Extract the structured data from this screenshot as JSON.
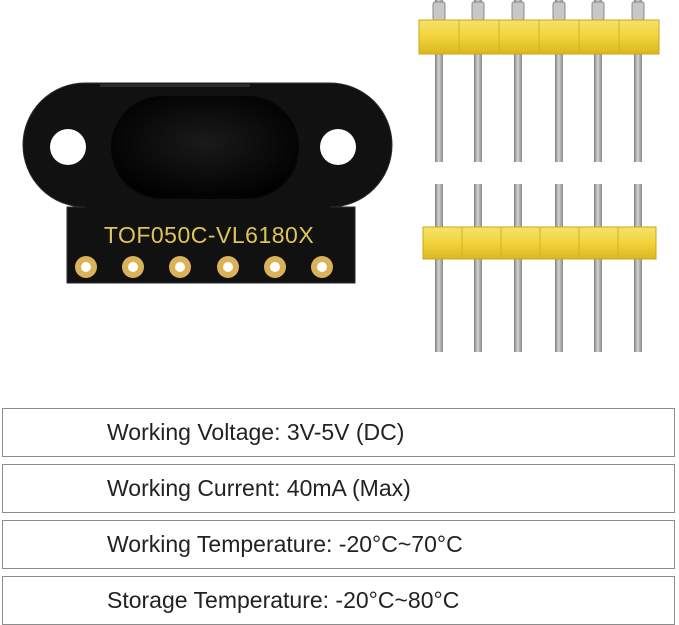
{
  "board": {
    "silkscreen_label": "TOF050C-VL6180X",
    "pcb_color": "#111111",
    "silkscreen_color": "#e0c45a",
    "pad_color": "#d9b25a"
  },
  "pin_headers": {
    "plastic_color": "#f2d33a",
    "pin_color": "#a8a8a8"
  },
  "specs": [
    {
      "text": "Working Voltage: 3V-5V (DC)"
    },
    {
      "text": "Working Current: 40mA (Max)"
    },
    {
      "text": "Working Temperature: -20°C~70°C"
    },
    {
      "text": "Storage Temperature: -20°C~80°C"
    }
  ]
}
